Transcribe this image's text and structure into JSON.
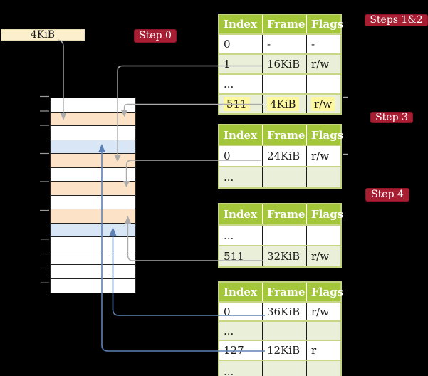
{
  "frame_box": {
    "label": "4KiB"
  },
  "badges": {
    "step0": "Step 0",
    "steps12": "Steps 1&2",
    "step3": "Step 3",
    "step4": "Step 4"
  },
  "tables": {
    "headers": [
      "Index",
      "Frame",
      "Flags"
    ],
    "t1": {
      "rows": [
        [
          "0",
          "-",
          "-"
        ],
        [
          "1",
          "16KiB",
          "r/w"
        ],
        [
          "...",
          "",
          ""
        ],
        [
          "511",
          "4KiB",
          "r/w"
        ]
      ]
    },
    "t2": {
      "rows": [
        [
          "0",
          "24KiB",
          "r/w"
        ],
        [
          "...",
          "",
          ""
        ]
      ]
    },
    "t3": {
      "rows": [
        [
          "...",
          "",
          ""
        ],
        [
          "511",
          "32KiB",
          "r/w"
        ]
      ]
    },
    "t4": {
      "rows": [
        [
          "0",
          "36KiB",
          "r/w"
        ],
        [
          "...",
          "",
          ""
        ],
        [
          "127",
          "12KiB",
          "r"
        ],
        [
          "...",
          "",
          ""
        ]
      ]
    }
  },
  "memory_column": {
    "row_colors": [
      "white",
      "orange",
      "white",
      "blue",
      "orange",
      "white",
      "orange",
      "white",
      "orange",
      "blue",
      "white",
      "white",
      "white",
      "white"
    ],
    "tick_count": 10
  },
  "colors": {
    "background": "#000000",
    "table_header_green": "#a4c63a",
    "table_row_green": "#e9efd8",
    "table_border_green": "#c3d37f",
    "badge_red": "#a71d31",
    "frame_orange": "#fce3c7",
    "frame_blue": "#d9e6f5",
    "box_cream": "#fbefcd",
    "highlight_yellow": "#fdf7a0",
    "connector_gray": "#ababab",
    "connector_blue": "#5e81b5"
  }
}
